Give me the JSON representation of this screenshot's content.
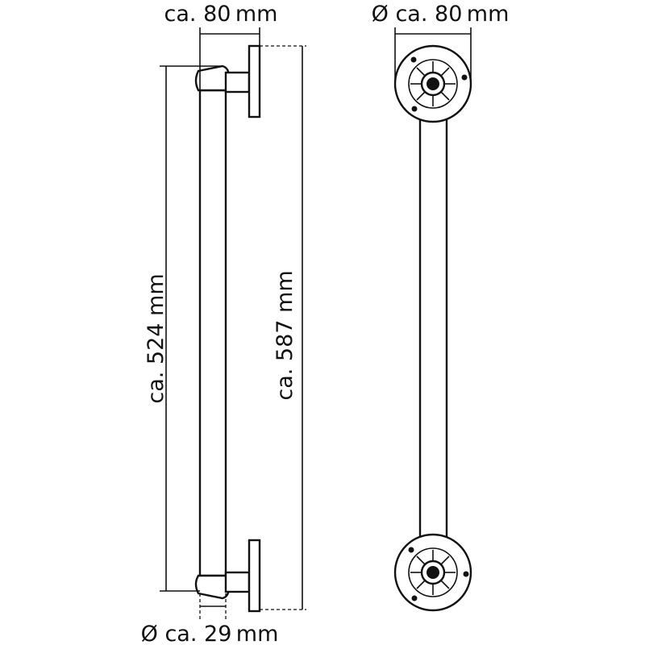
{
  "dimensions": {
    "side_top_width": "ca. 80 mm",
    "front_top_diameter": "Ø ca. 80 mm",
    "inner_length": "ca. 524 mm",
    "overall_length": "ca. 587 mm",
    "tube_diameter": "Ø ca. 29 mm"
  }
}
